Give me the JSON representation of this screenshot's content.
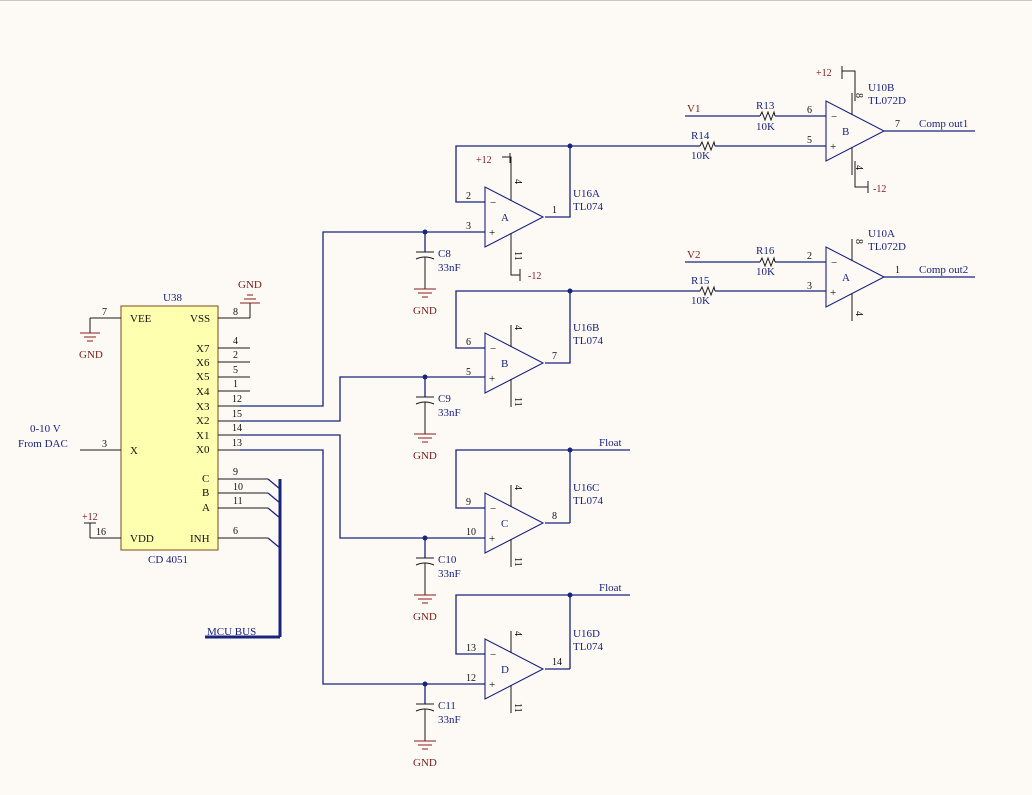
{
  "mux": {
    "ref": "U38",
    "part": "CD 4051",
    "pins_left": [
      "VEE",
      "X",
      "VDD"
    ],
    "pins_right": [
      "VSS",
      "X7",
      "X6",
      "X5",
      "X4",
      "X3",
      "X2",
      "X1",
      "X0",
      "C",
      "B",
      "A",
      "INH"
    ],
    "pin_numbers": {
      "VEE": "7",
      "X": "3",
      "VDD": "16",
      "VSS": "8",
      "X7": "4",
      "X6": "2",
      "X5": "5",
      "X4": "1",
      "X3": "12",
      "X2": "15",
      "X1": "14",
      "X0": "13",
      "C": "9",
      "B": "10",
      "A": "11",
      "INH": "6"
    }
  },
  "labels": {
    "gnd": "GND",
    "p12": "+12",
    "m12": "-12",
    "input_line1": "0-10 V",
    "input_line2": "From DAC",
    "mcu_bus": "MCU BUS",
    "float": "Float",
    "v1": "V1",
    "v2": "V2",
    "out1": "Comp out1",
    "out2": "Comp out2"
  },
  "opamps": [
    {
      "ref": "U16A",
      "part": "TL074",
      "unit": "A",
      "inv": "2",
      "noninv": "3",
      "out": "1"
    },
    {
      "ref": "U16B",
      "part": "TL074",
      "unit": "B",
      "inv": "6",
      "noninv": "5",
      "out": "7"
    },
    {
      "ref": "U16C",
      "part": "TL074",
      "unit": "C",
      "inv": "9",
      "noninv": "10",
      "out": "8"
    },
    {
      "ref": "U16D",
      "part": "TL074",
      "unit": "D",
      "inv": "13",
      "noninv": "12",
      "out": "14"
    },
    {
      "ref": "U10B",
      "part": "TL072D",
      "unit": "B",
      "inv": "6",
      "noninv": "5",
      "out": "7"
    },
    {
      "ref": "U10A",
      "part": "TL072D",
      "unit": "A",
      "inv": "2",
      "noninv": "3",
      "out": "1"
    }
  ],
  "supply_pins": {
    "p4": "4",
    "p11": "11",
    "p8": "8"
  },
  "caps": [
    {
      "ref": "C8",
      "val": "33nF"
    },
    {
      "ref": "C9",
      "val": "33nF"
    },
    {
      "ref": "C10",
      "val": "33nF"
    },
    {
      "ref": "C11",
      "val": "33nF"
    }
  ],
  "resistors": [
    {
      "ref": "R13",
      "val": "10K"
    },
    {
      "ref": "R14",
      "val": "10K"
    },
    {
      "ref": "R16",
      "val": "10K"
    },
    {
      "ref": "R15",
      "val": "10K"
    }
  ],
  "colors": {
    "wire": "#1a237e",
    "chip_fill": "#ffffb0",
    "power": "#7a1a1a"
  }
}
